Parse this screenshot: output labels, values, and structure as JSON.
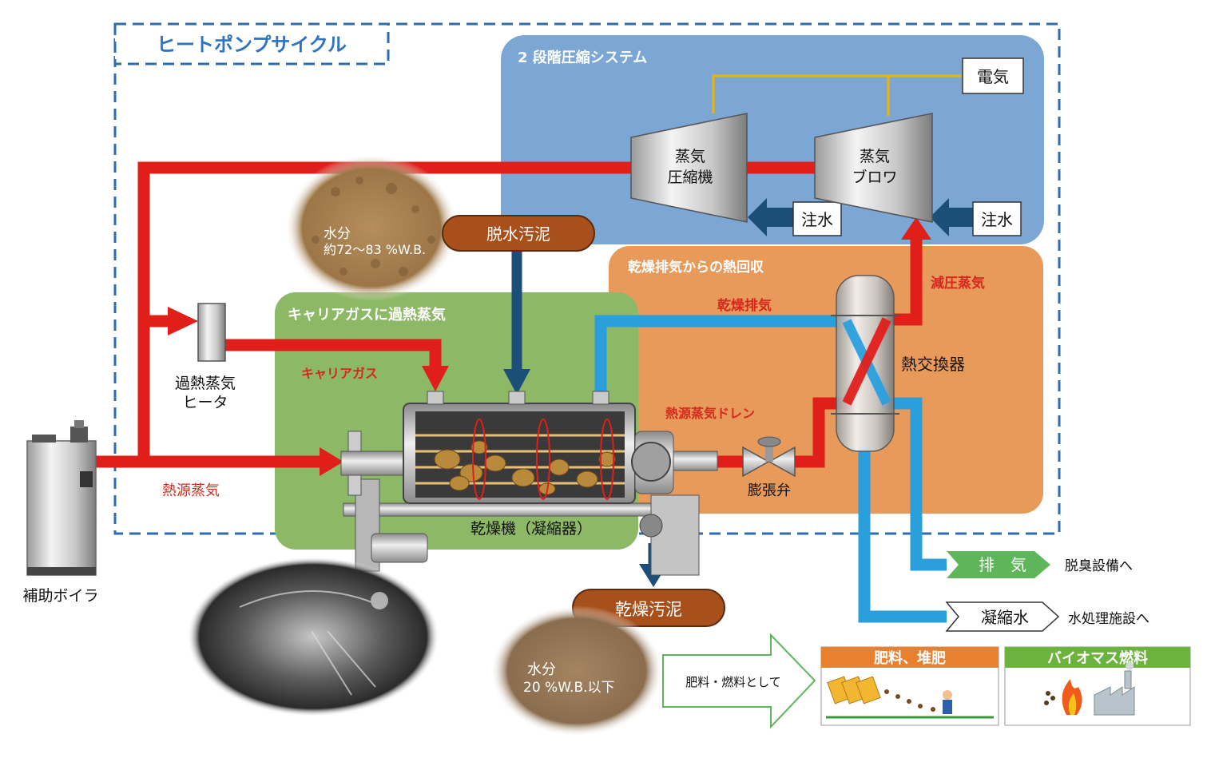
{
  "labels": {
    "heat_pump_cycle": "ヒートポンプサイクル",
    "two_stage": "2 段階圧縮システム",
    "electricity": "電気",
    "compressor_l1": "蒸気",
    "compressor_l2": "圧縮機",
    "blower_l1": "蒸気",
    "blower_l2": "ブロワ",
    "water_inject_1": "注水",
    "water_inject_2": "注水",
    "moisture_in_l1": "水分",
    "moisture_in_l2": "約72～83 %W.B.",
    "dewatered_sludge": "脱水汚泥",
    "exhaust_heat_recovery": "乾燥排気からの熱回収",
    "reduced_pressure_steam": "減圧蒸気",
    "dryer_exhaust": "乾燥排気",
    "carrier_superheated": "キャリアガスに過熱蒸気",
    "carrier_gas": "キャリアガス",
    "superheater_l1": "過熱蒸気",
    "superheater_l2": "ヒータ",
    "heat_exchanger": "熱交換器",
    "heat_source_drain": "熱源蒸気ドレン",
    "heat_source_steam": "熱源蒸気",
    "expansion_valve": "膨張弁",
    "dryer_condenser": "乾燥機（凝縮器）",
    "aux_boiler": "補助ボイラ",
    "exhaust": "排　気",
    "to_deodorizer": "脱臭設備へ",
    "condensate": "凝縮水",
    "to_water_treatment": "水処理施設へ",
    "dried_sludge": "乾燥汚泥",
    "moisture_out_l1": "水分",
    "moisture_out_l2": "20 %W.B.以下",
    "as_fertilizer_fuel": "肥料・燃料として",
    "fertilizer_compost": "肥料、堆肥",
    "biomass_fuel": "バイオマス燃料"
  },
  "colors": {
    "steam_red": "#e01f1b",
    "exhaust_blue": "#2a9fdc",
    "navy": "#1c4e7a",
    "compression_bg": "#7ca7d4",
    "recovery_bg": "#e89a5a",
    "carrier_bg": "#8db865",
    "sludge_brown": "#a8501b",
    "electric_yellow": "#f0b400",
    "green_label": "#5fb55a"
  }
}
